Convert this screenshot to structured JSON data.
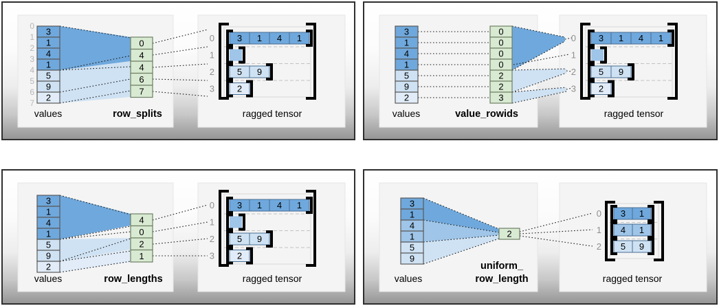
{
  "figure": {
    "description": "Four diagrams showing how a ragged tensor is built from a values vector plus an encoding: row_splits, value_rowids, row_lengths, uniform_row_length"
  },
  "palette": {
    "blue_dark": "#6fa8dc",
    "blue_medium": "#9fc5e8",
    "blue_light": "#cfe2f3",
    "blue_lighter": "#e1ecf8",
    "green_fill": "#d9ead3",
    "green_border": "#6e7f63",
    "values_cell_border": "#595959",
    "tensor_cell_border": "#4a6d92",
    "bracket_color": "#000000",
    "row_label_color": "#8f8f8f",
    "index_label_color": "#b7b7b7",
    "separator_color": "#c2c2c2",
    "dotted_line_color": "#1a1a1a",
    "inner_box_bg": "#f4f4f4",
    "inner_box_border": "#e6e6e6"
  },
  "shared": {
    "values_label": "values",
    "ragged_label": "ragged tensor"
  },
  "panels": [
    {
      "id": "row-splits",
      "title_lines": [
        "row_splits"
      ],
      "values": [
        {
          "v": "3",
          "shade": "dark"
        },
        {
          "v": "1",
          "shade": "dark"
        },
        {
          "v": "4",
          "shade": "dark"
        },
        {
          "v": "1",
          "shade": "dark"
        },
        {
          "v": "5",
          "shade": "light"
        },
        {
          "v": "9",
          "shade": "light"
        },
        {
          "v": "2",
          "shade": "lighter"
        }
      ],
      "value_index_labels": [
        "0",
        "1",
        "2",
        "3",
        "4",
        "5",
        "6",
        "7"
      ],
      "encoder_cells": [
        "0",
        "4",
        "4",
        "6",
        "7"
      ],
      "tensor_row_labels": [
        "0",
        "1",
        "2",
        "3"
      ],
      "tensor_rows": [
        {
          "cells": [
            "3",
            "1",
            "4",
            "1"
          ],
          "shade": "dark"
        },
        {
          "cells": [],
          "shade": "medium"
        },
        {
          "cells": [
            "5",
            "9"
          ],
          "shade": "light"
        },
        {
          "cells": [
            "2"
          ],
          "shade": "lighter"
        }
      ]
    },
    {
      "id": "value-rowids",
      "title_lines": [
        "value_rowids"
      ],
      "values": [
        {
          "v": "3",
          "shade": "dark"
        },
        {
          "v": "1",
          "shade": "dark"
        },
        {
          "v": "4",
          "shade": "dark"
        },
        {
          "v": "1",
          "shade": "dark"
        },
        {
          "v": "5",
          "shade": "light"
        },
        {
          "v": "9",
          "shade": "light"
        },
        {
          "v": "2",
          "shade": "lighter"
        }
      ],
      "value_index_labels": [],
      "encoder_cells": [
        "0",
        "0",
        "0",
        "0",
        "2",
        "2",
        "3"
      ],
      "tensor_row_labels": [
        "0",
        "1",
        "2",
        "3"
      ],
      "tensor_rows": [
        {
          "cells": [
            "3",
            "1",
            "4",
            "1"
          ],
          "shade": "dark"
        },
        {
          "cells": [],
          "shade": "medium"
        },
        {
          "cells": [
            "5",
            "9"
          ],
          "shade": "light"
        },
        {
          "cells": [
            "2"
          ],
          "shade": "lighter"
        }
      ]
    },
    {
      "id": "row-lengths",
      "title_lines": [
        "row_lengths"
      ],
      "values": [
        {
          "v": "3",
          "shade": "dark"
        },
        {
          "v": "1",
          "shade": "dark"
        },
        {
          "v": "4",
          "shade": "dark"
        },
        {
          "v": "1",
          "shade": "dark"
        },
        {
          "v": "5",
          "shade": "light"
        },
        {
          "v": "9",
          "shade": "light"
        },
        {
          "v": "2",
          "shade": "lighter"
        }
      ],
      "value_index_labels": [],
      "encoder_cells": [
        "4",
        "0",
        "2",
        "1"
      ],
      "tensor_row_labels": [
        "0",
        "1",
        "2",
        "3"
      ],
      "tensor_rows": [
        {
          "cells": [
            "3",
            "1",
            "4",
            "1"
          ],
          "shade": "dark"
        },
        {
          "cells": [],
          "shade": "medium"
        },
        {
          "cells": [
            "5",
            "9"
          ],
          "shade": "light"
        },
        {
          "cells": [
            "2"
          ],
          "shade": "lighter"
        }
      ]
    },
    {
      "id": "uniform-row-length",
      "title_lines": [
        "uniform_",
        "row_length"
      ],
      "values": [
        {
          "v": "3",
          "shade": "dark"
        },
        {
          "v": "1",
          "shade": "dark"
        },
        {
          "v": "4",
          "shade": "medium"
        },
        {
          "v": "1",
          "shade": "medium"
        },
        {
          "v": "5",
          "shade": "light"
        },
        {
          "v": "9",
          "shade": "light"
        }
      ],
      "value_index_labels": [],
      "encoder_cells": [
        "2"
      ],
      "tensor_row_labels": [
        "0",
        "1",
        "2"
      ],
      "tensor_rows": [
        {
          "cells": [
            "3",
            "1"
          ],
          "shade": "dark"
        },
        {
          "cells": [
            "4",
            "1"
          ],
          "shade": "medium"
        },
        {
          "cells": [
            "5",
            "9"
          ],
          "shade": "light"
        }
      ]
    }
  ]
}
